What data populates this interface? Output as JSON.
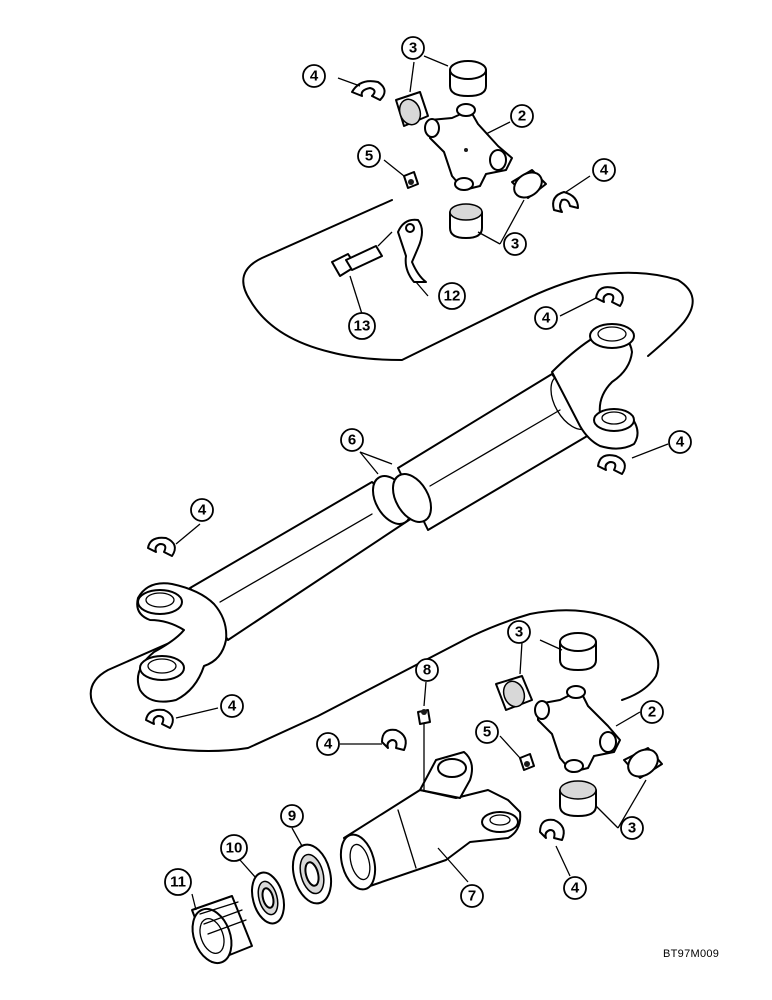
{
  "figure_code": "BT97M009",
  "callouts": [
    {
      "id": "c3a",
      "label": "3"
    },
    {
      "id": "c4a",
      "label": "4"
    },
    {
      "id": "c2a",
      "label": "2"
    },
    {
      "id": "c5a",
      "label": "5"
    },
    {
      "id": "c4b",
      "label": "4"
    },
    {
      "id": "c3b",
      "label": "3"
    },
    {
      "id": "c12",
      "label": "12"
    },
    {
      "id": "c13",
      "label": "13"
    },
    {
      "id": "c4c",
      "label": "4"
    },
    {
      "id": "c6",
      "label": "6"
    },
    {
      "id": "c4d",
      "label": "4"
    },
    {
      "id": "c4e",
      "label": "4"
    },
    {
      "id": "c3c",
      "label": "3"
    },
    {
      "id": "c8",
      "label": "8"
    },
    {
      "id": "c2b",
      "label": "2"
    },
    {
      "id": "c4f",
      "label": "4"
    },
    {
      "id": "c5b",
      "label": "5"
    },
    {
      "id": "c4g",
      "label": "4"
    },
    {
      "id": "c9",
      "label": "9"
    },
    {
      "id": "c3d",
      "label": "3"
    },
    {
      "id": "c10",
      "label": "10"
    },
    {
      "id": "c7",
      "label": "7"
    },
    {
      "id": "c4h",
      "label": "4"
    },
    {
      "id": "c11",
      "label": "11"
    }
  ]
}
